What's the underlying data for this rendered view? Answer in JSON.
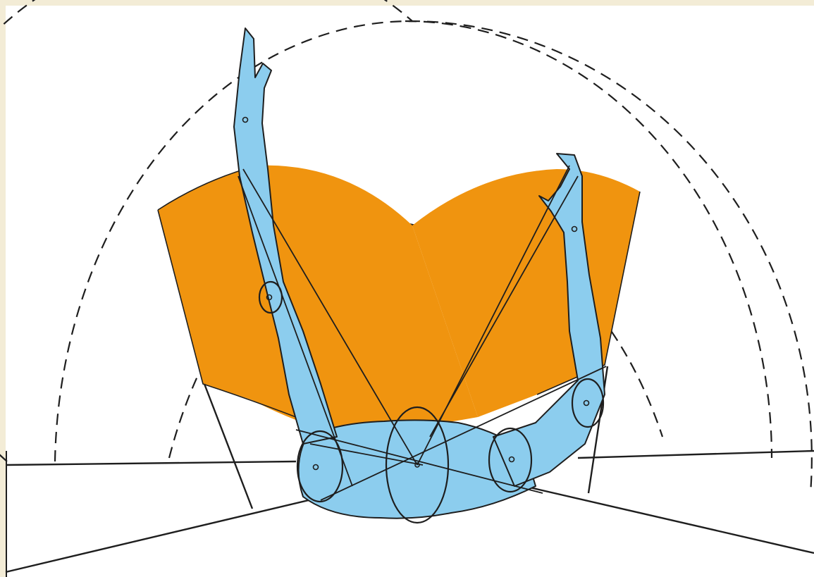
{
  "diagram": {
    "colors": {
      "border": "#f3ecd6",
      "panel": "#ffffff",
      "reach_zone": "#f0940f",
      "body": "#8ccdee",
      "line": "#1e1e1e"
    },
    "elements": [
      "outer-reach-arc",
      "inner-reach-arc",
      "left-reach-zone",
      "right-reach-zone",
      "left-arm",
      "right-arm",
      "torso",
      "shoulder-joints",
      "elbow-joints",
      "wrist-joints"
    ]
  }
}
